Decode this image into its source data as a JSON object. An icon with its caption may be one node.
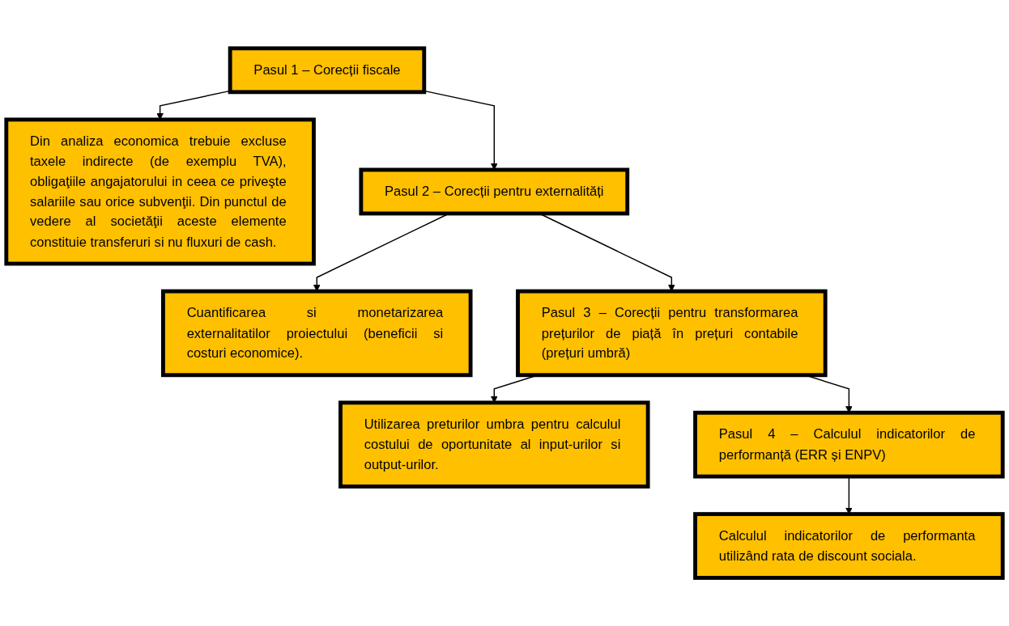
{
  "diagram": {
    "nodes": [
      {
        "text": [
          "Pasul 1 – Corecții fiscale"
        ]
      },
      {
        "text": [
          "Din analiza economica trebuie excluse taxele indirecte (de exemplu TVA), obligaţiile angajatorului in ceea ce priveşte salariile sau orice subvenţii. Din punctul de vedere al societăţii aceste elemente constituie transferuri si nu fluxuri de cash."
        ]
      },
      {
        "text": [
          "Pasul 2 – Corecții pentru externalități"
        ]
      },
      {
        "text": [
          "Cuantificarea si monetarizarea externalitatilor proiectului (beneficii si costuri economice)."
        ]
      },
      {
        "text": [
          "Pasul 3 – Corecții pentru transformarea prețurilor de piață în prețuri contabile (prețuri umbră)"
        ]
      },
      {
        "text": [
          "Utilizarea preturilor umbra pentru calculul costului de oportunitate al input-urilor si output-urilor."
        ]
      },
      {
        "text": [
          "Pasul 4 – Calculul indicatorilor de performanță (ERR și ENPV)"
        ]
      },
      {
        "text": [
          "Calculul indicatorilor de performanta utilizând rata de discount sociala."
        ]
      }
    ],
    "edges": [
      {
        "from": 0,
        "to": 1,
        "arrow": "to"
      },
      {
        "from": 0,
        "to": 2,
        "arrow": "to"
      },
      {
        "from": 2,
        "to": 3,
        "arrow": "to"
      },
      {
        "from": 2,
        "to": 4,
        "arrow": "to"
      },
      {
        "from": 4,
        "to": 5,
        "arrow": "to"
      },
      {
        "from": 4,
        "to": 6,
        "arrow": "to"
      },
      {
        "from": 6,
        "to": 7,
        "arrow": "to"
      }
    ]
  }
}
